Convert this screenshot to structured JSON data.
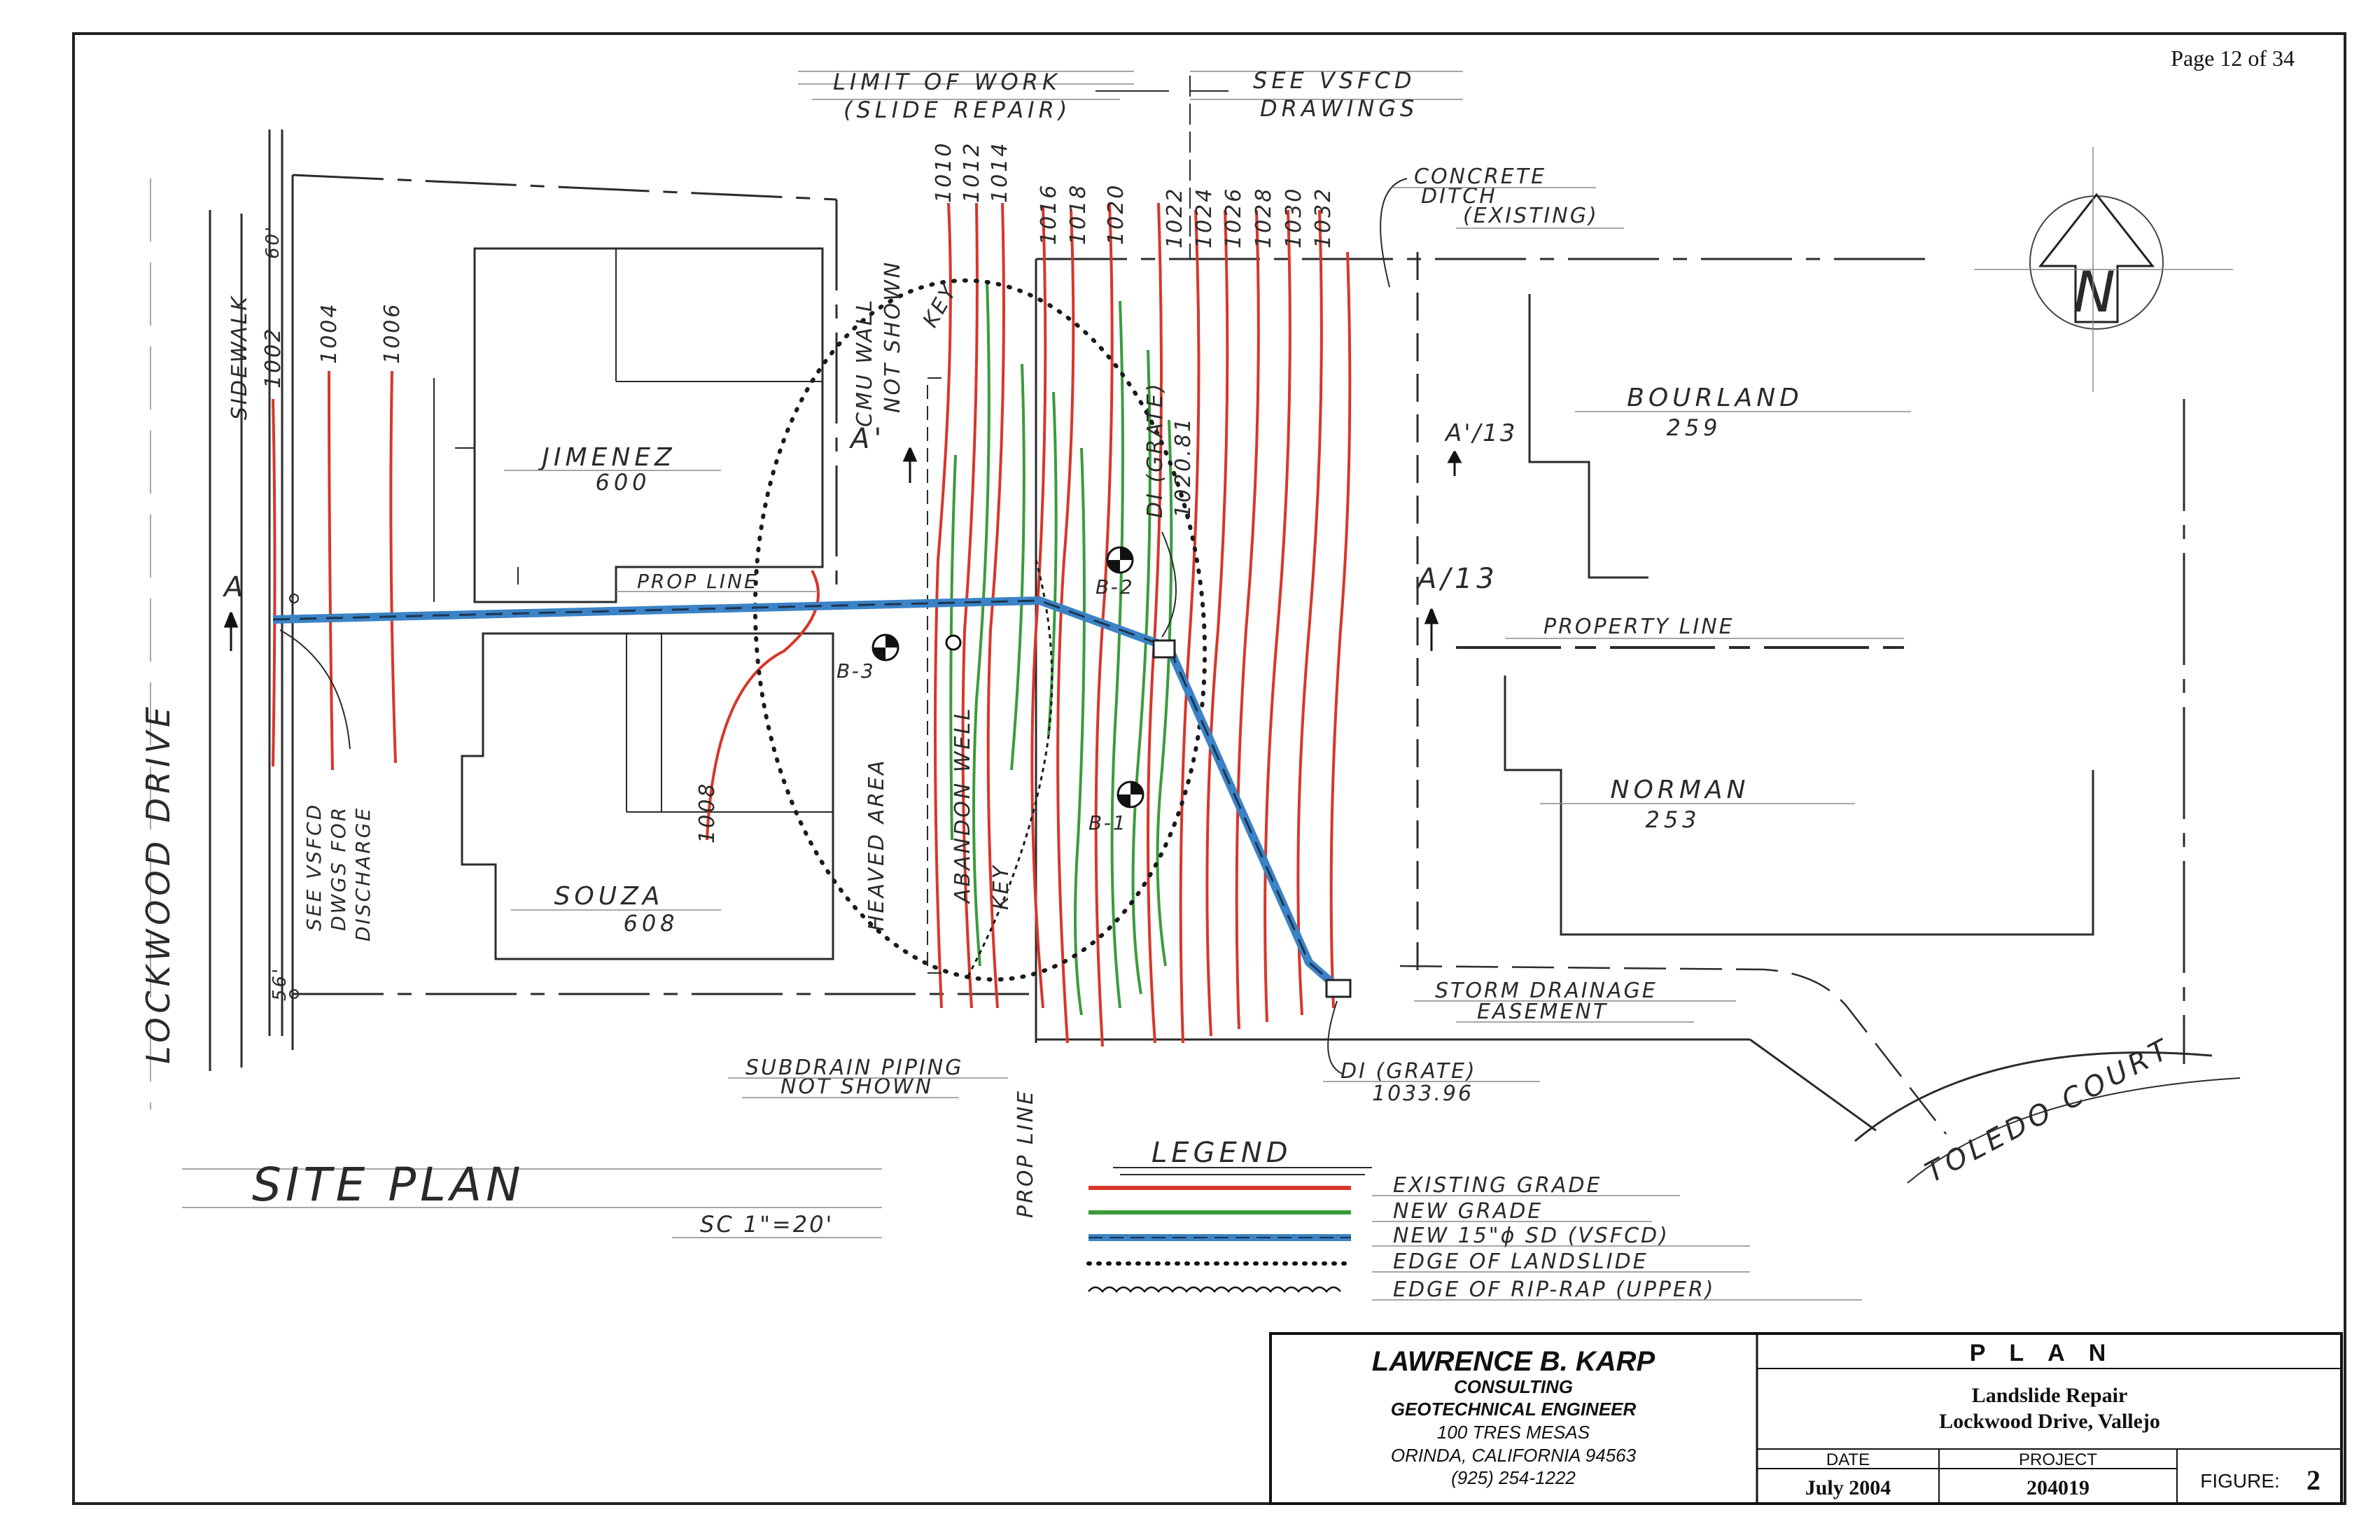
{
  "page_number": "Page 12 of 34",
  "colors": {
    "existing_grade": "#d8362a",
    "new_grade": "#3b9b3b",
    "storm_drain": "#3b83c6",
    "ink": "#2b2b2b"
  },
  "header_notes": {
    "limit_of_work": "LIMIT OF WORK",
    "slide_repair": "(SLIDE REPAIR)",
    "see_vsfcd": "SEE VSFCD",
    "drawings": "DRAWINGS"
  },
  "north_arrow": {
    "label": "N"
  },
  "contours_top": [
    "1010",
    "1012",
    "1014",
    "1016",
    "1018",
    "1020",
    "1022",
    "1024",
    "1026",
    "1028",
    "1030",
    "1032"
  ],
  "contours_left": [
    "1002",
    "1004",
    "1006"
  ],
  "contour_1008": "1008",
  "dims": {
    "top": "60'",
    "bottom": "56'"
  },
  "properties": {
    "jimenez": {
      "name": "JIMENEZ",
      "number": "600"
    },
    "souza": {
      "name": "SOUZA",
      "number": "608"
    },
    "bourland": {
      "name": "BOURLAND",
      "number": "259"
    },
    "norman": {
      "name": "NORMAN",
      "number": "253"
    }
  },
  "labels": {
    "sidewalk": "SIDEWALK",
    "lockwood_drive": "LOCKWOOD DRIVE",
    "toledo_court": "TOLEDO COURT",
    "prop_line": "PROP LINE",
    "property_line": "PROPERTY LINE",
    "prop_line_vertical": "PROP LINE",
    "cmu_wall": "CMU WALL",
    "not_shown": "NOT SHOWN",
    "key": "KEY",
    "di_grate_top": "DI (GRATE)",
    "di_grate_top_elev": "1020.81",
    "di_grate_bottom": "DI (GRATE)",
    "di_grate_bottom_elev": "1033.96",
    "concrete": "CONCRETE",
    "ditch": "DITCH",
    "existing": "(EXISTING)",
    "heaved_area": "HEAVED AREA",
    "abandon_well": "ABANDON WELL",
    "see_vsfcd_1": "SEE VSFCD",
    "see_vsfcd_2": "DWGS FOR",
    "see_vsfcd_3": "DISCHARGE",
    "subdrain_1": "SUBDRAIN PIPING",
    "subdrain_2": "NOT SHOWN",
    "storm_1": "STORM DRAINAGE",
    "storm_2": "EASEMENT",
    "section_a": "A",
    "section_a_prime": "A'",
    "section_a13": "A/13",
    "section_a_prime13": "A'/13",
    "boring_1": "B-1",
    "boring_2": "B-2",
    "boring_3": "B-3"
  },
  "site_plan": {
    "title": "SITE PLAN",
    "scale": "SC 1\"=20'"
  },
  "legend": {
    "title": "LEGEND",
    "items": [
      {
        "label": "EXISTING GRADE",
        "style": "existing"
      },
      {
        "label": "NEW GRADE",
        "style": "new"
      },
      {
        "label": "NEW 15\"ϕ SD (VSFCD)",
        "style": "drain"
      },
      {
        "label": "EDGE OF LANDSLIDE",
        "style": "dotted"
      },
      {
        "label": "EDGE OF RIP-RAP (UPPER)",
        "style": "scallop"
      }
    ]
  },
  "title_block": {
    "company": "LAWRENCE B. KARP",
    "consulting": "CONSULTING",
    "role": "GEOTECHNICAL ENGINEER",
    "address_1": "100 TRES MESAS",
    "address_2": "ORINDA, CALIFORNIA 94563",
    "phone": "(925) 254-1222",
    "plan": "PLAN",
    "project_title_1": "Landslide Repair",
    "project_title_2": "Lockwood Drive, Vallejo",
    "date_label": "DATE",
    "date_value": "July 2004",
    "project_label": "PROJECT",
    "project_value": "204019",
    "figure_label": "FIGURE:",
    "figure_value": "2"
  }
}
